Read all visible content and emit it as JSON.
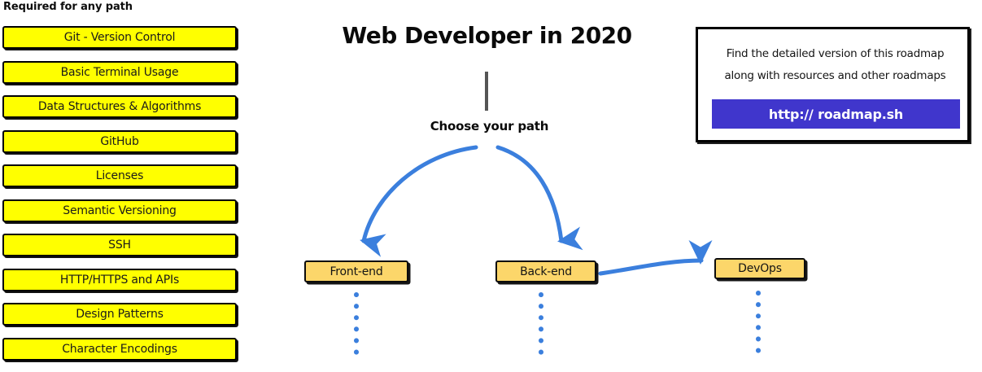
{
  "sidebar": {
    "heading": "Required for any path",
    "items": [
      {
        "label": "Git - Version Control"
      },
      {
        "label": "Basic Terminal Usage"
      },
      {
        "label": "Data Structures & Algorithms"
      },
      {
        "label": "GitHub"
      },
      {
        "label": "Licenses"
      },
      {
        "label": "Semantic Versioning"
      },
      {
        "label": "SSH"
      },
      {
        "label": "HTTP/HTTPS and APIs"
      },
      {
        "label": "Design Patterns"
      },
      {
        "label": "Character Encodings"
      }
    ]
  },
  "main": {
    "title": "Web Developer in 2020",
    "choose_path_label": "Choose your path",
    "paths": [
      {
        "label": "Front-end"
      },
      {
        "label": "Back-end"
      },
      {
        "label": "DevOps"
      }
    ]
  },
  "info_card": {
    "line1": "Find the detailed version of this roadmap",
    "line2": "along with resources and other roadmaps",
    "button_label": "http:// roadmap.sh"
  },
  "colors": {
    "required_box_fill": "#ffff00",
    "path_box_fill": "#fcd66a",
    "arrow_blue": "#3b7fdd",
    "trunk_gray": "#555555",
    "link_button_purple": "#4036cc",
    "outline_black": "#000000",
    "page_background": "#ffffff"
  }
}
